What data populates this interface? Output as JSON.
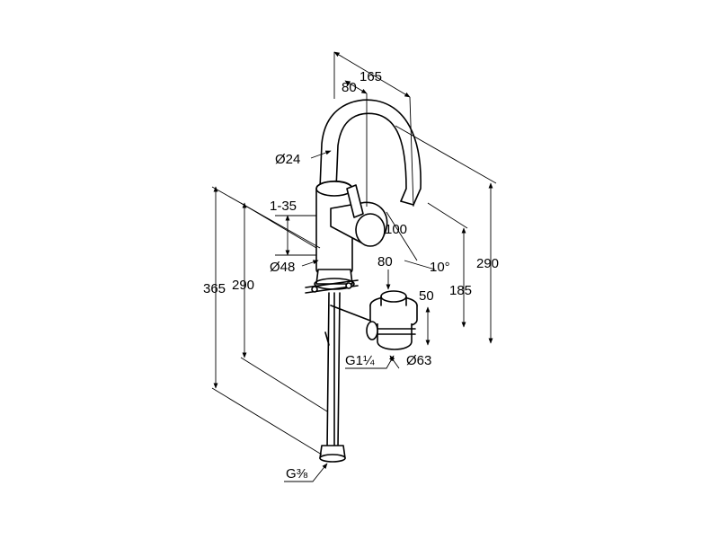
{
  "dimensions": {
    "width_165": "165",
    "width_80_top": "80",
    "pipe_dia": "Ø24",
    "travel": "1-35",
    "height_100": "100",
    "body_dia": "Ø48",
    "offset_80": "80",
    "angle": "10°",
    "height_290_right": "290",
    "height_185": "185",
    "waste_50": "50",
    "height_365": "365",
    "height_290_left": "290",
    "waste_thread": "G1¼",
    "waste_dia": "Ø63",
    "inlet_thread": "G⅜"
  }
}
